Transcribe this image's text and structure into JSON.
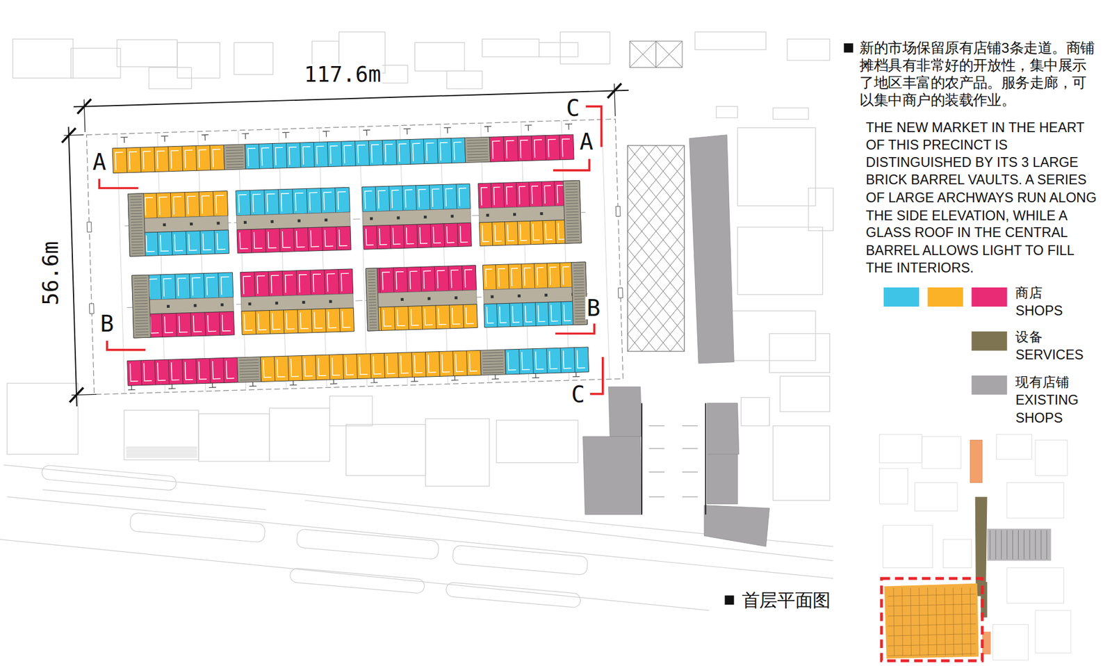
{
  "diagram": {
    "caption": "首层平面图",
    "labels": [
      "117.6m",
      "C",
      "A",
      "A",
      "56.6m",
      "B",
      "B",
      "C",
      "新的市场保留原有店铺3条走道。商铺摊档具有非常好的开放性，集中展示了地区丰富的农产品。服务走廊，可以集中商户的装载作业。",
      "THE NEW MARKET IN THE HEART OF THIS PRECINCT IS DISTINGUISHED BY ITS 3 LARGE BRICK BARREL VAULTS. A SERIES OF LARGE ARCHWAYS RUN ALONG THE SIDE ELEVATION, WHILE A GLASS ROOF IN THE CENTRAL BARREL ALLOWS LIGHT TO FILL THE INTERIORS."
    ],
    "legend": [
      {
        "text": "商店 SHOPS",
        "color": "#3ec4e6"
      },
      {
        "text": "设备 SERVICES",
        "color": "#7f7452"
      },
      {
        "text": "现有店铺 EXISTING SHOPS",
        "color": "#a7a5a8"
      }
    ]
  }
}
